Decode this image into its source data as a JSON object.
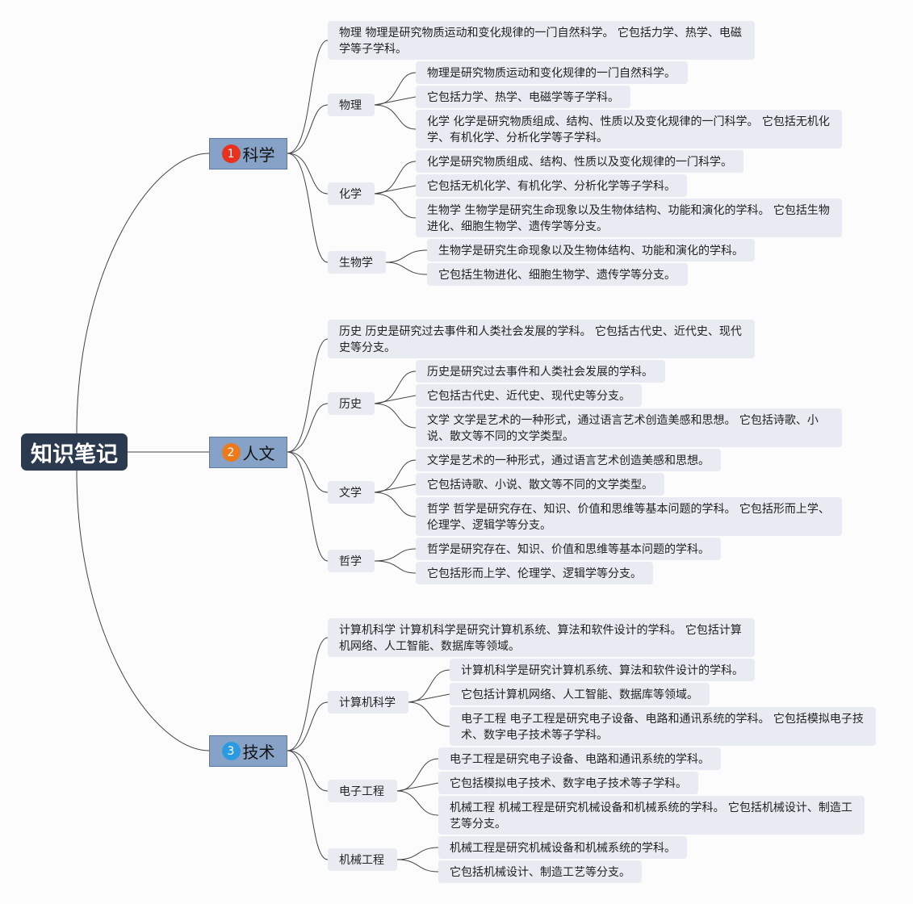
{
  "root": {
    "label": "知识笔记"
  },
  "branches": [
    {
      "number": "1",
      "label": "科学",
      "badge_color": "#e8321e",
      "summary": "物理 物理是研究物质运动和变化规律的一门自然科学。 它包括力学、热学、电磁学等子学科。",
      "topics": [
        {
          "label": "物理",
          "items": [
            "物理是研究物质运动和变化规律的一门自然科学。",
            "它包括力学、热学、电磁学等子学科。",
            "化学 化学是研究物质组成、结构、性质以及变化规律的一门科学。 它包括无机化学、有机化学、分析化学等子学科。"
          ]
        },
        {
          "label": "化学",
          "items": [
            "化学是研究物质组成、结构、性质以及变化规律的一门科学。",
            "它包括无机化学、有机化学、分析化学等子学科。",
            "生物学 生物学是研究生命现象以及生物体结构、功能和演化的学科。 它包括生物进化、细胞生物学、遗传学等分支。"
          ]
        },
        {
          "label": "生物学",
          "items": [
            "生物学是研究生命现象以及生物体结构、功能和演化的学科。",
            "它包括生物进化、细胞生物学、遗传学等分支。"
          ]
        }
      ]
    },
    {
      "number": "2",
      "label": "人文",
      "badge_color": "#ec7a1c",
      "summary": "历史 历史是研究过去事件和人类社会发展的学科。 它包括古代史、近代史、现代史等分支。",
      "topics": [
        {
          "label": "历史",
          "items": [
            "历史是研究过去事件和人类社会发展的学科。",
            "它包括古代史、近代史、现代史等分支。",
            "文学 文学是艺术的一种形式，通过语言艺术创造美感和思想。 它包括诗歌、小说、散文等不同的文学类型。"
          ]
        },
        {
          "label": "文学",
          "items": [
            "文学是艺术的一种形式，通过语言艺术创造美感和思想。",
            "它包括诗歌、小说、散文等不同的文学类型。",
            "哲学 哲学是研究存在、知识、价值和思维等基本问题的学科。 它包括形而上学、伦理学、逻辑学等分支。"
          ]
        },
        {
          "label": "哲学",
          "items": [
            "哲学是研究存在、知识、价值和思维等基本问题的学科。",
            "它包括形而上学、伦理学、逻辑学等分支。"
          ]
        }
      ]
    },
    {
      "number": "3",
      "label": "技术",
      "badge_color": "#2a9be0",
      "summary": "计算机科学 计算机科学是研究计算机系统、算法和软件设计的学科。 它包括计算机网络、人工智能、数据库等领域。",
      "topics": [
        {
          "label": "计算机科学",
          "items": [
            "计算机科学是研究计算机系统、算法和软件设计的学科。",
            "它包括计算机网络、人工智能、数据库等领域。",
            "电子工程 电子工程是研究电子设备、电路和通讯系统的学科。 它包括模拟电子技术、数字电子技术等子学科。"
          ]
        },
        {
          "label": "电子工程",
          "items": [
            "电子工程是研究电子设备、电路和通讯系统的学科。",
            "它包括模拟电子技术、数字电子技术等子学科。",
            "机械工程 机械工程是研究机械设备和机械系统的学科。 它包括机械设计、制造工艺等分支。"
          ]
        },
        {
          "label": "机械工程",
          "items": [
            "机械工程是研究机械设备和机械系统的学科。",
            "它包括机械设计、制造工艺等分支。"
          ]
        }
      ]
    }
  ]
}
